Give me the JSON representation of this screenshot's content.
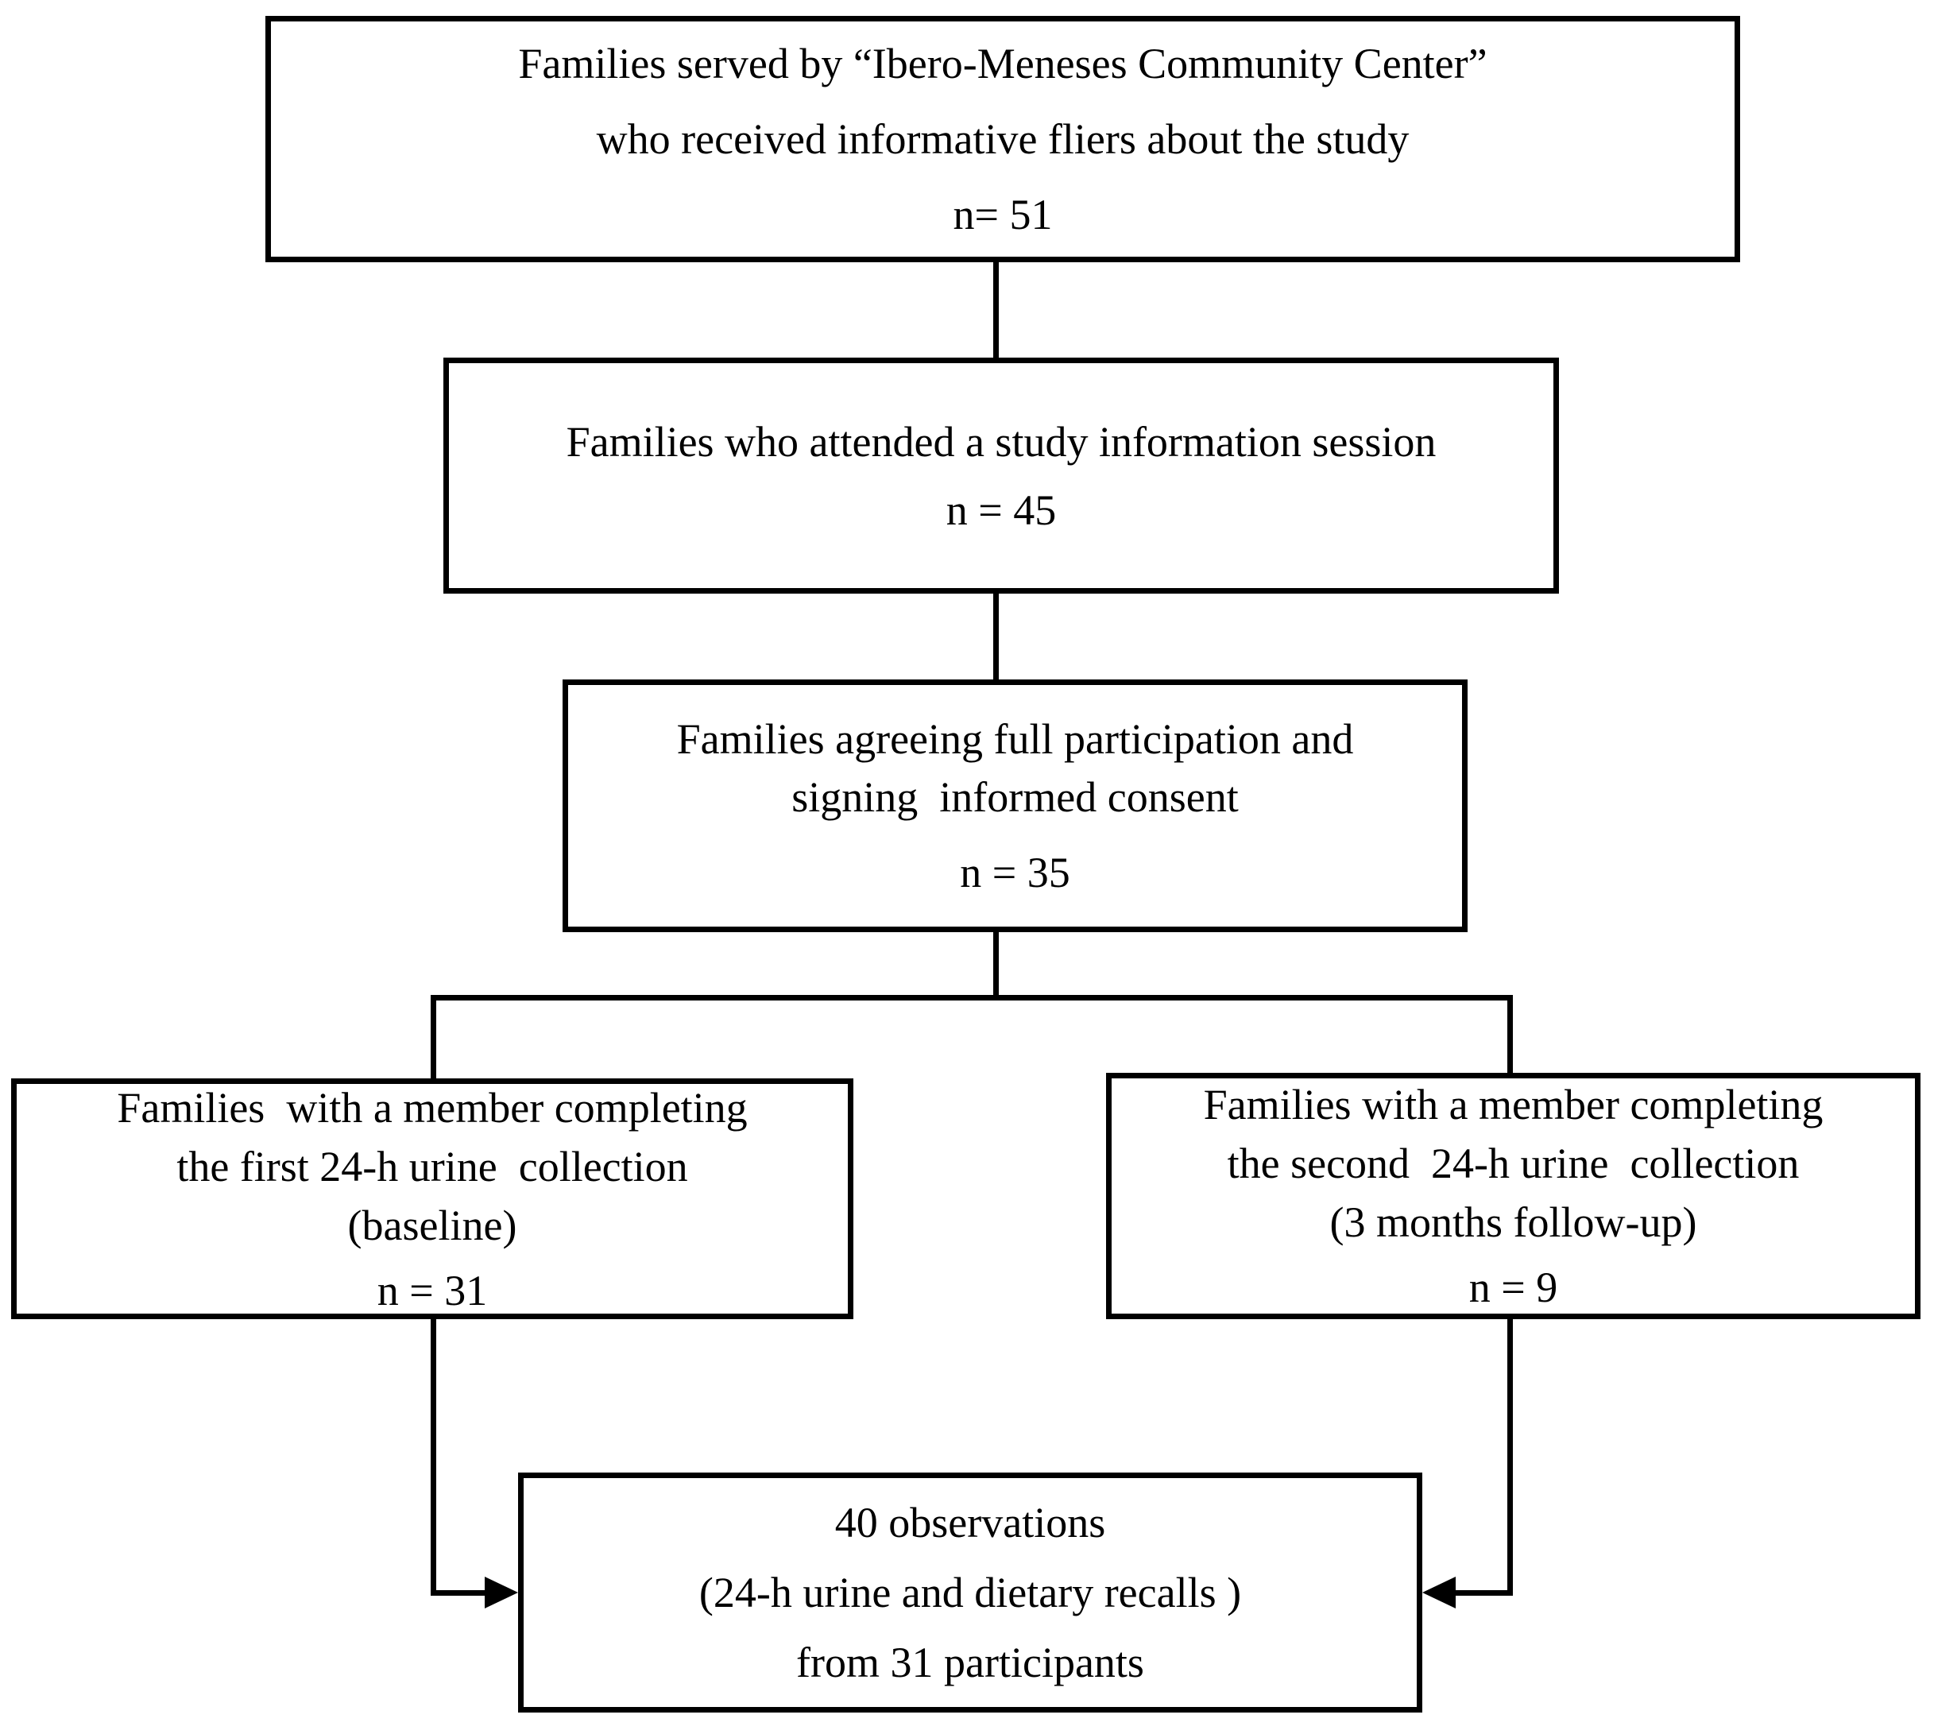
{
  "figure": {
    "type": "participant-flow-diagram",
    "background_color": "#ffffff",
    "line_color": "#000000",
    "boxes": [
      {
        "id": "fliers",
        "lines": [
          "Families served by “Ibero-Meneses Community Center”",
          "who received informative fliers about the study",
          "n= 51"
        ]
      },
      {
        "id": "session",
        "lines": [
          "Families who attended a study information session",
          "n = 45"
        ]
      },
      {
        "id": "consent",
        "lines": [
          "Families agreeing full participation and",
          "signing  informed consent"
        ],
        "n_label": "n = 35"
      },
      {
        "id": "first-urine-collection",
        "lines": [
          "Families  with a member completing",
          "the first 24-h urine  collection",
          "(baseline)"
        ],
        "n_label": "n = 31"
      },
      {
        "id": "second-urine-collection",
        "lines": [
          "Families with a member completing",
          "the second  24-h urine  collection",
          "(3 months follow-up)"
        ],
        "n_label": "n = 9"
      },
      {
        "id": "observations",
        "lines": [
          "40 observations",
          "(24-h urine and dietary recalls )",
          "from 31 participants"
        ]
      }
    ]
  }
}
